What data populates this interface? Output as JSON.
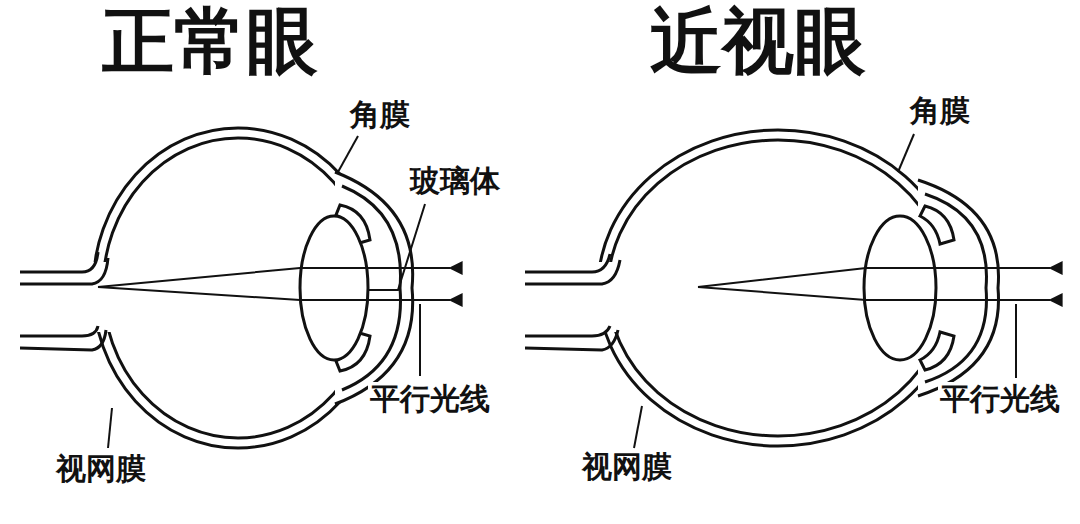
{
  "diagram": {
    "labels": [
      "正常眼",
      "角膜",
      "玻璃体",
      "平行光线",
      "视网膜",
      "近视眼",
      "角膜",
      "平行光线",
      "视网膜"
    ]
  }
}
